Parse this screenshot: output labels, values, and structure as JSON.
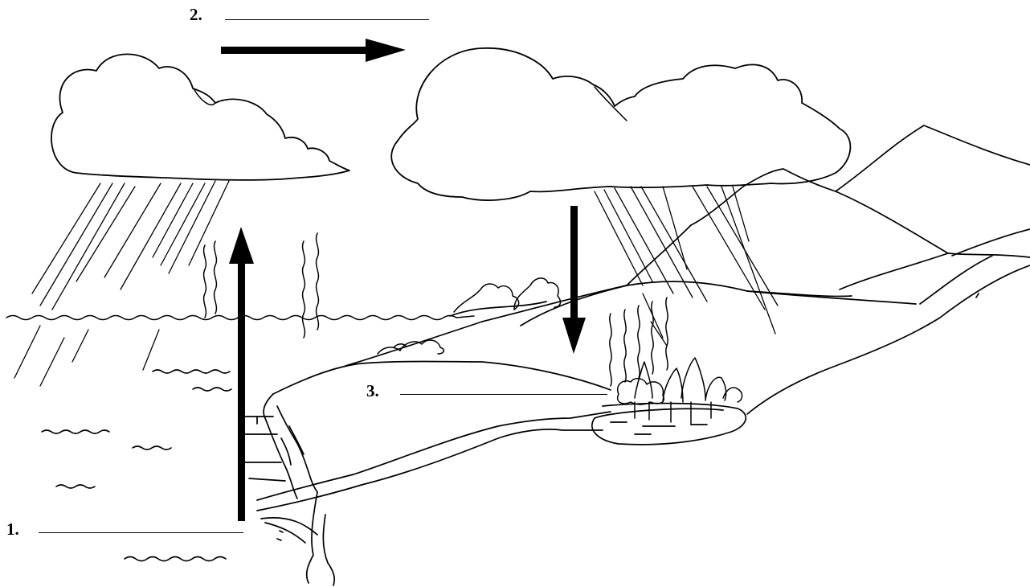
{
  "labels": [
    {
      "id": "label-1",
      "number": "1."
    },
    {
      "id": "label-2",
      "number": "2."
    },
    {
      "id": "label-3",
      "number": "3."
    }
  ],
  "colors": {
    "ink": "#000000",
    "paper": "#ffffff"
  },
  "icons": [
    "cloud-left-icon",
    "cloud-right-icon",
    "mountain-icon",
    "tree-icon",
    "bush-icon",
    "rain-icon",
    "vapor-icon",
    "arrow-up-icon",
    "arrow-right-icon",
    "arrow-down-icon"
  ]
}
